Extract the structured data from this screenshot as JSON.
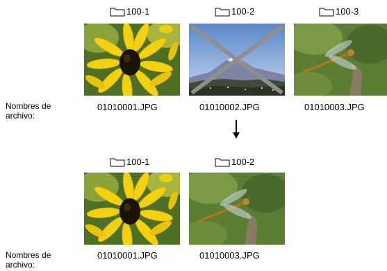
{
  "top_row": {
    "folders": [
      "100-1",
      "100-2",
      "100-3"
    ],
    "files": [
      "01010001.JPG",
      "01010002.JPG",
      "01010003.JPG"
    ],
    "side_label": "Nombres de archivo:",
    "deleted_image": 2
  },
  "bottom_row": {
    "folders": [
      "100-1",
      "100-2"
    ],
    "files": [
      "01010001.JPG",
      "01010003.JPG"
    ],
    "side_label": "Nombres de archivo:"
  },
  "icons": {
    "folder": "folder-icon",
    "arrow": "arrow-down-icon",
    "delete_mark": "cross-mark"
  },
  "colors": {
    "cross": "#8f8f8f",
    "petal": "#f1d112",
    "flower_center": "#1a1205",
    "sky": "#8fb4e4",
    "grass": "#6d8f3a"
  }
}
